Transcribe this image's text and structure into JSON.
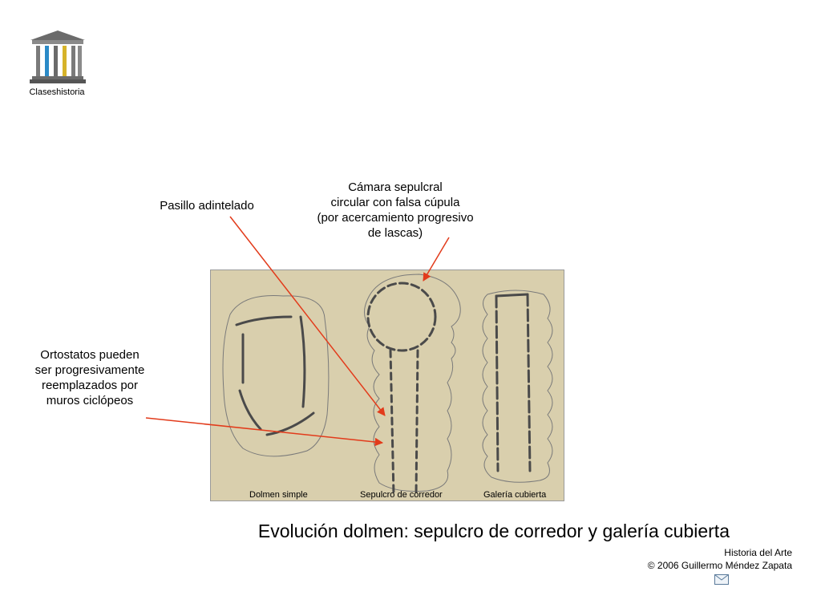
{
  "brand": {
    "logo_icon": "temple-icon",
    "label": "Claseshistoria"
  },
  "annotations": {
    "pasillo": "Pasillo adintelado",
    "camara": [
      "Cámara sepulcral",
      "circular con falsa cúpula",
      "(por acercamiento progresivo",
      "de lascas)"
    ],
    "ortostatos": [
      "Ortostatos pueden",
      "ser progresivamente",
      "reemplazados por",
      "muros ciclópeos"
    ]
  },
  "figure": {
    "labels": {
      "dolmen": "Dolmen simple",
      "sepulcro": "Sepulcro de corredor",
      "galeria": "Galería cubierta"
    },
    "background": "#d9cfad"
  },
  "title": "Evolución dolmen: sepulcro de corredor y galería cubierta",
  "credit": {
    "line1": "Historia del Arte",
    "line2": "© 2006 Guillermo Méndez Zapata"
  },
  "colors": {
    "arrow": "#e23b1b",
    "stone": "#4a4a4a"
  },
  "icons": {
    "mail": "mail-icon"
  }
}
